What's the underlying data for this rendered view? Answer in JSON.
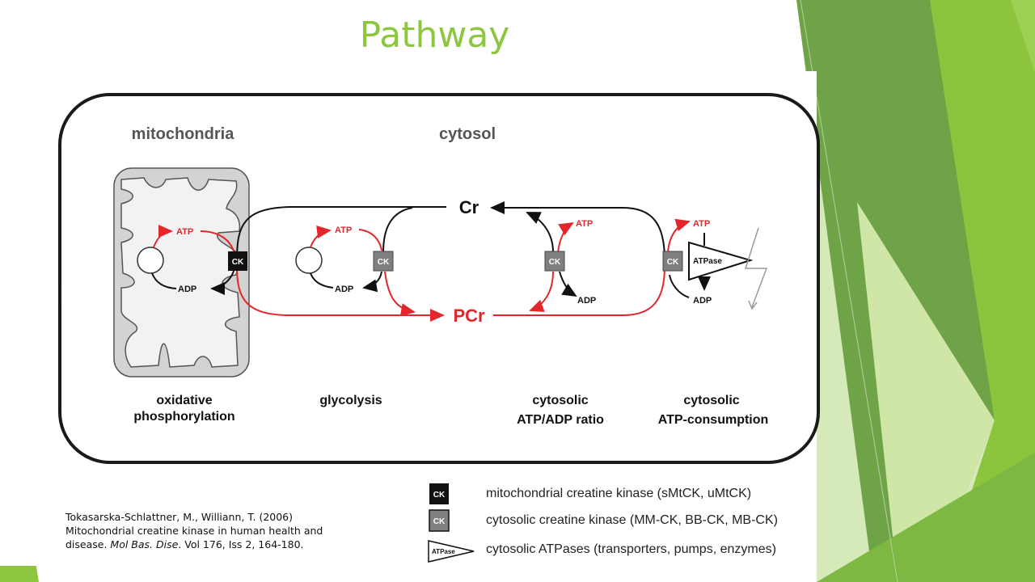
{
  "slide": {
    "title": "Pathway"
  },
  "diagram": {
    "compartments": {
      "mitochondria": "mitochondria",
      "cytosol": "cytosol"
    },
    "metabolites": {
      "cr": "Cr",
      "pcr": "PCr"
    },
    "atp": "ATP",
    "adp": "ADP",
    "ck": "CK",
    "atpase": "ATPase",
    "processes": {
      "oxidative_1": "oxidative",
      "oxidative_2": "phosphorylation",
      "glycolysis": "glycolysis",
      "ratio_1": "cytosolic",
      "ratio_2": "ATP/ADP ratio",
      "consumption_1": "cytosolic",
      "consumption_2": "ATP-consumption"
    },
    "legend": [
      {
        "symbol": "CK",
        "text": "mitochondrial creatine kinase (sMtCK, uMtCK)"
      },
      {
        "symbol": "CK",
        "text": "cytosolic creatine kinase (MM-CK, BB-CK, MB-CK)"
      },
      {
        "symbol": "ATPase",
        "text": "cytosolic ATPases (transporters, pumps, enzymes)"
      }
    ],
    "colors": {
      "red": "#e3262b",
      "black": "#111111",
      "gray_box": "#7f7f7f",
      "mito_fill": "#d3d3d3"
    }
  },
  "citation": {
    "line1": "Tokasarska-Schlattner, M., Williann, T. (2006)",
    "line2": "Mitochondrial creatine kinase in human health and",
    "line3_pre": "disease. ",
    "line3_journal": "Mol Bas. Dise",
    "line3_post": ". Vol 176, Iss 2, 164-180."
  },
  "theme": {
    "accent": "#8dc63f",
    "green_dark": "#5f9a3a",
    "green_mid": "#76b041",
    "green_light": "#c9e2a2"
  }
}
